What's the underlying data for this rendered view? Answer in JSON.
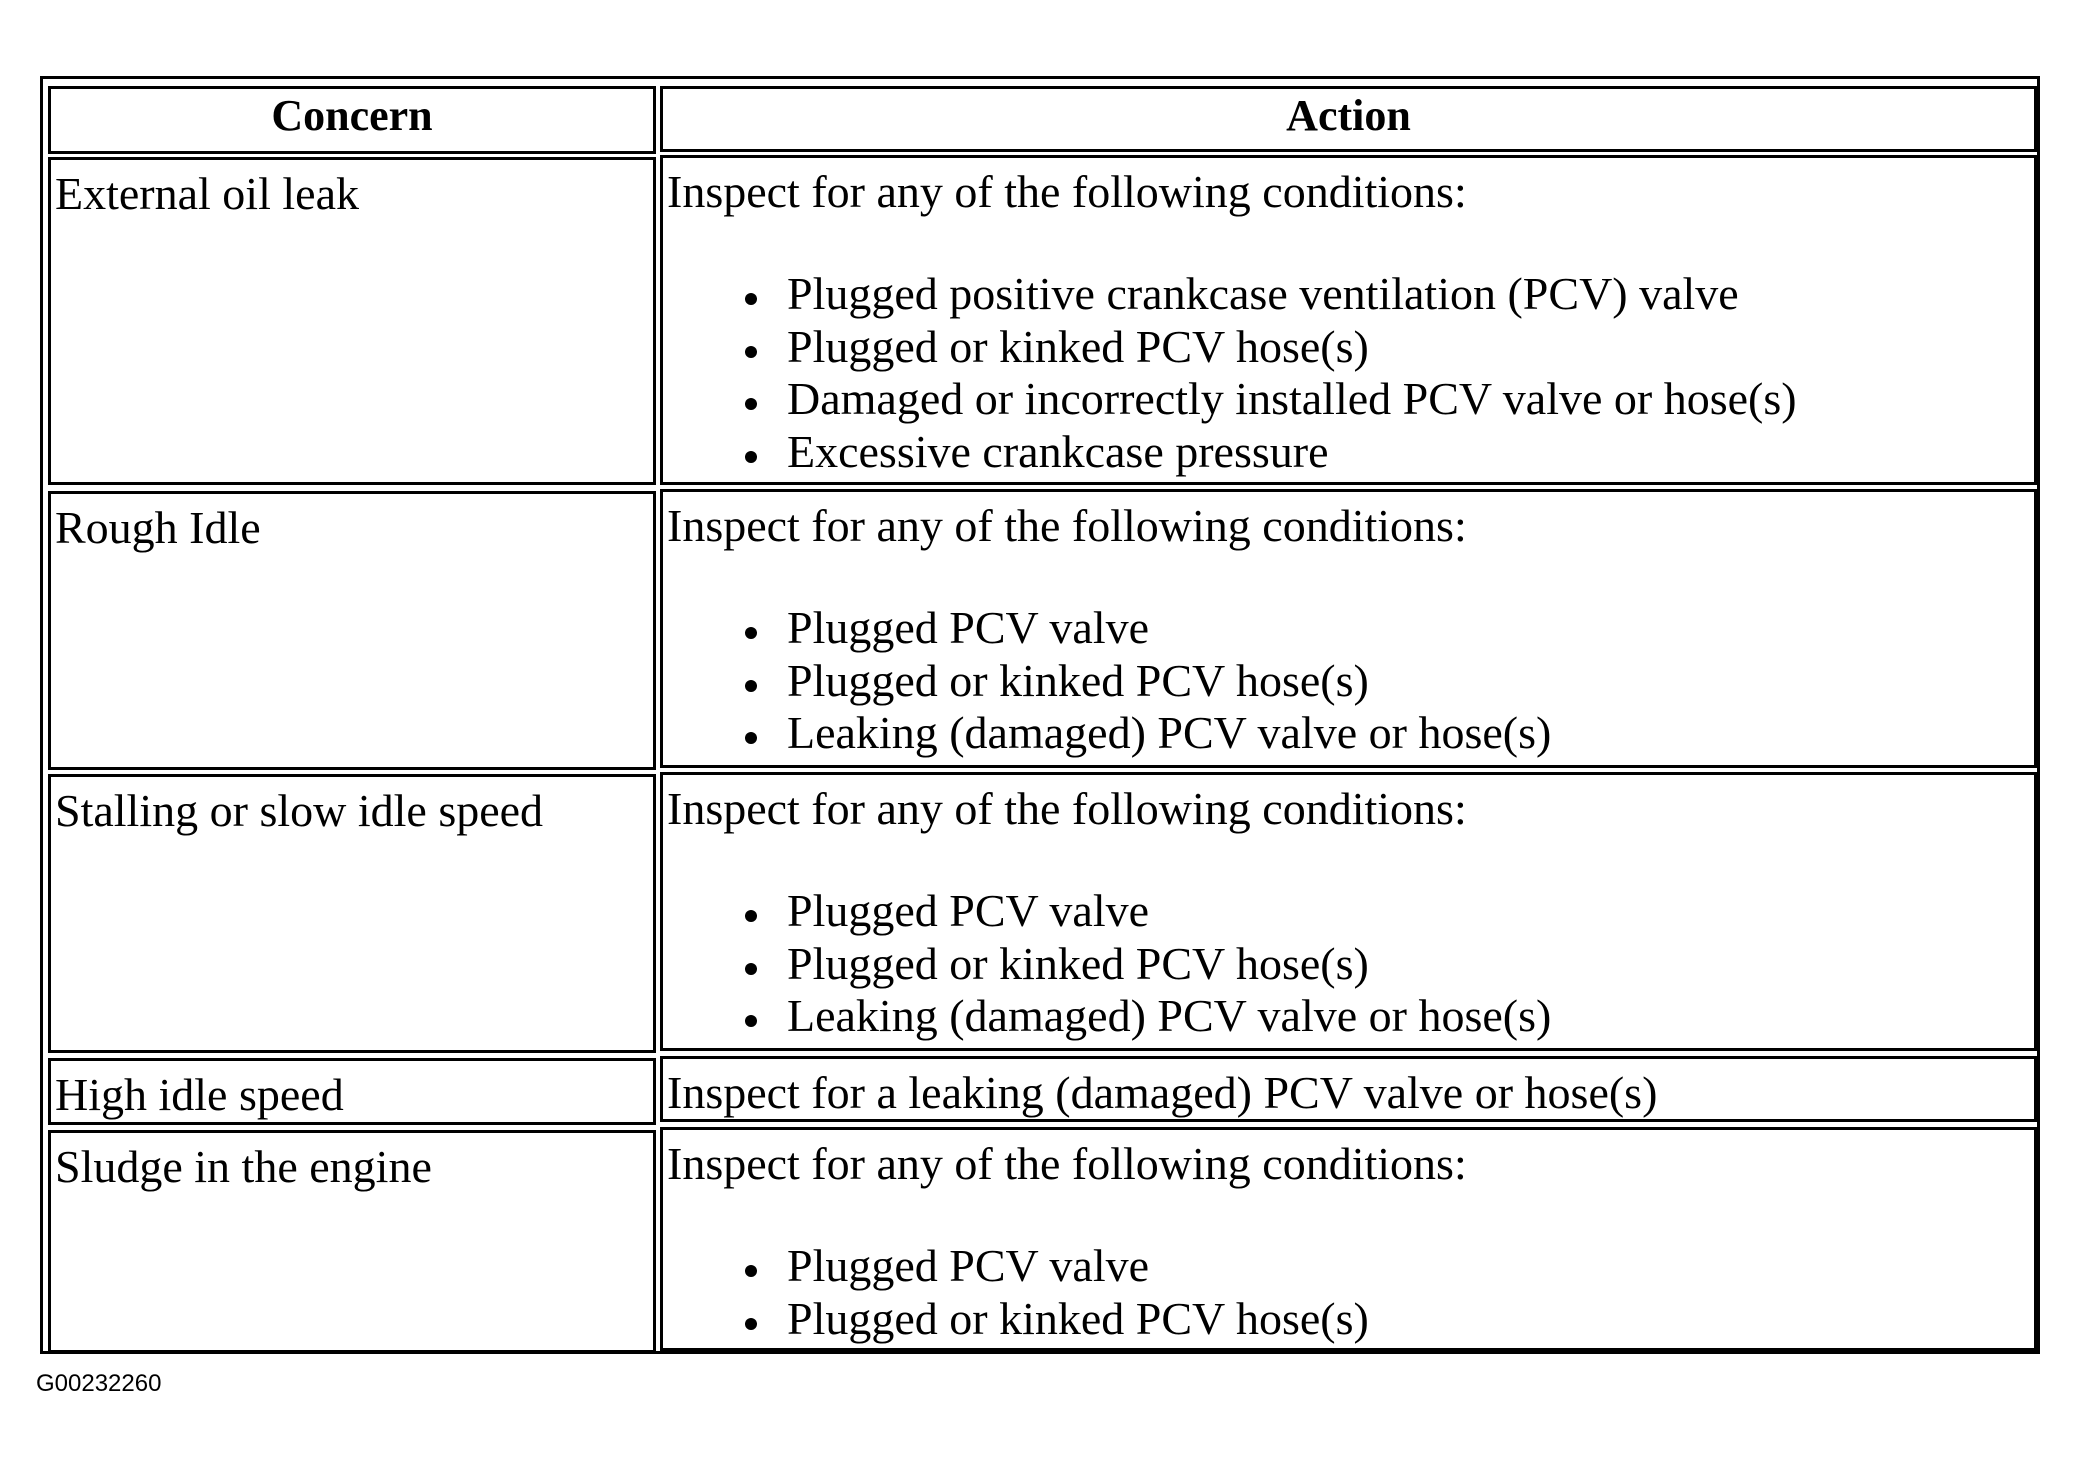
{
  "table": {
    "headers": {
      "concern": "Concern",
      "action": "Action"
    },
    "rows": [
      {
        "concern": "External oil leak",
        "action_intro": "Inspect for any of the following conditions:",
        "items": [
          "Plugged positive crankcase ventilation (PCV) valve",
          "Plugged or kinked PCV hose(s)",
          "Damaged or incorrectly installed PCV valve or hose(s)",
          "Excessive crankcase pressure"
        ]
      },
      {
        "concern": "Rough Idle",
        "action_intro": "Inspect for any of the following conditions:",
        "items": [
          "Plugged PCV valve",
          "Plugged or kinked PCV hose(s)",
          "Leaking (damaged) PCV valve or hose(s)"
        ]
      },
      {
        "concern": "Stalling or slow idle speed",
        "action_intro": "Inspect for any of the following conditions:",
        "items": [
          "Plugged PCV valve",
          "Plugged or kinked PCV hose(s)",
          "Leaking (damaged) PCV valve or hose(s)"
        ]
      },
      {
        "concern": "High idle speed",
        "action_intro": "Inspect for a leaking (damaged) PCV valve or hose(s)",
        "items": []
      },
      {
        "concern": "Sludge in the engine",
        "action_intro": "Inspect for any of the following conditions:",
        "items": [
          "Plugged PCV valve",
          "Plugged or kinked PCV hose(s)"
        ]
      }
    ]
  },
  "figure_id": "G00232260"
}
